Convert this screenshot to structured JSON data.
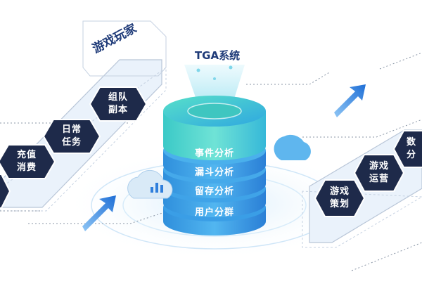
{
  "tga_title": "TGA系统",
  "players_panel": {
    "title": "游戏玩家",
    "items": [
      {
        "line1": "组队",
        "line2": "副本"
      },
      {
        "line1": "日常",
        "line2": "任务"
      },
      {
        "line1": "充值",
        "line2": "消费"
      }
    ]
  },
  "layers": [
    "事件分析",
    "漏斗分析",
    "留存分析",
    "用户分群"
  ],
  "ops_panel": {
    "items": [
      {
        "line1": "游戏",
        "line2": "策划"
      },
      {
        "line1": "游戏",
        "line2": "运营"
      },
      {
        "line1": "数",
        "line2": "分"
      }
    ]
  },
  "colors": {
    "navy": "#1e2a4a",
    "accent_blue": "#2f7fdc",
    "teal": "#3fc6c0",
    "panel_bg": "#eaf2fb"
  },
  "icons": [
    "cloud-icon",
    "bar-chart-icon",
    "arrow-icon"
  ]
}
